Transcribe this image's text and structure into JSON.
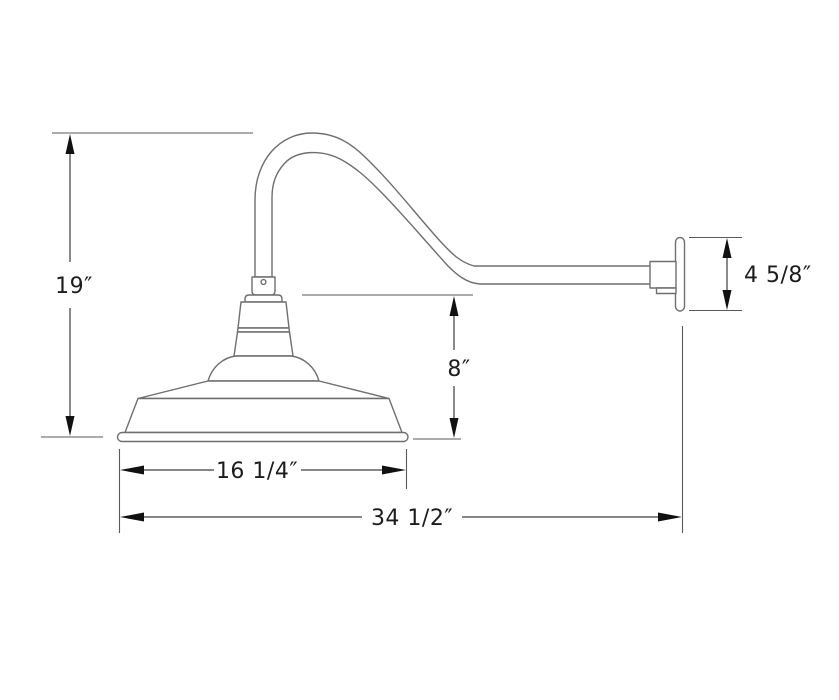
{
  "diagram": {
    "title": "gooseneck-barn-light-dimension-drawing",
    "background_color": "#ffffff",
    "fixture_line_color": "#6f6f6f",
    "dimension_line_color": "#3d3d3d",
    "text_color": "#1c1c1c"
  },
  "dimensions": {
    "overall_height": {
      "label": "19″",
      "value_inches": 19
    },
    "shade_drop": {
      "label": "8″",
      "value_inches": 8
    },
    "backplate_height": {
      "label": "4 5/8″",
      "value_inches": 4.625
    },
    "shade_diameter": {
      "label": "16 1/4″",
      "value_inches": 16.25
    },
    "overall_projection": {
      "label": "34 1/2″",
      "value_inches": 34.5
    }
  },
  "parts": {
    "shade": "warehouse shade",
    "arm": "gooseneck arm",
    "knuckle": "swivel knuckle with set screw",
    "socket": "socket holder",
    "bracket": "mounting bracket",
    "plate": "wall backplate"
  }
}
